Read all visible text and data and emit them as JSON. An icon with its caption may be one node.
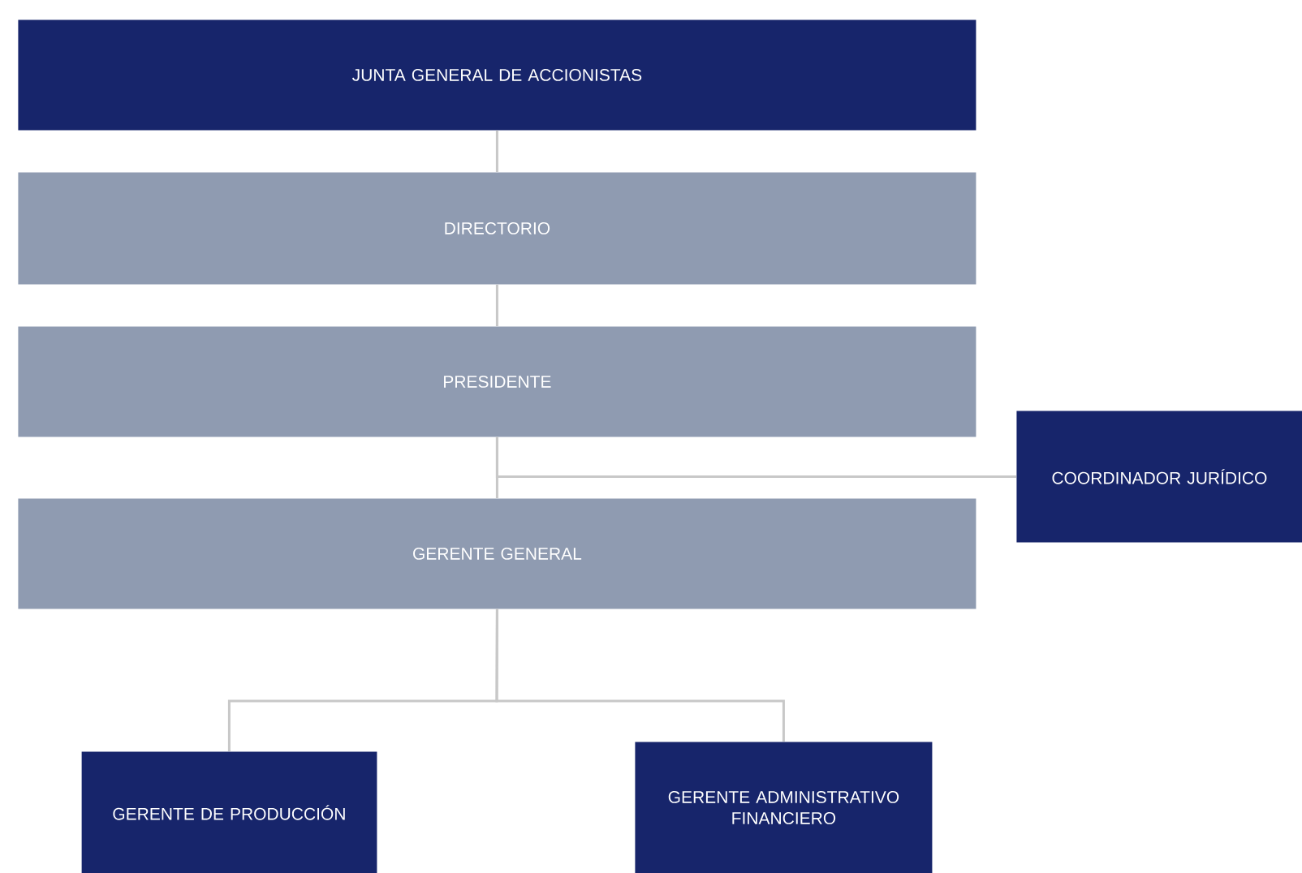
{
  "diagram": {
    "nodes": [
      {
        "text": [
          "JUNTA GENERAL DE ACCIONISTAS"
        ]
      },
      {
        "text": [
          "DIRECTORIO"
        ]
      },
      {
        "text": [
          "PRESIDENTE"
        ]
      },
      {
        "text": [
          "COORDINADOR JURÍDICO"
        ]
      },
      {
        "text": [
          "GERENTE GENERAL"
        ]
      },
      {
        "text": [
          "GERENTE DE PRODUCCIÓN"
        ]
      },
      {
        "text": [
          "GERENTE ADMINISTRATIVO FINANCIERO"
        ]
      }
    ],
    "edges": [
      {
        "from": 0,
        "to": 1,
        "arrow": "none"
      },
      {
        "from": 1,
        "to": 2,
        "arrow": "none"
      },
      {
        "from": 2,
        "to": 4,
        "arrow": "none"
      },
      {
        "from": 2,
        "to": 3,
        "arrow": "none"
      },
      {
        "from": 4,
        "to": 5,
        "arrow": "none"
      },
      {
        "from": 4,
        "to": 6,
        "arrow": "none"
      }
    ]
  }
}
